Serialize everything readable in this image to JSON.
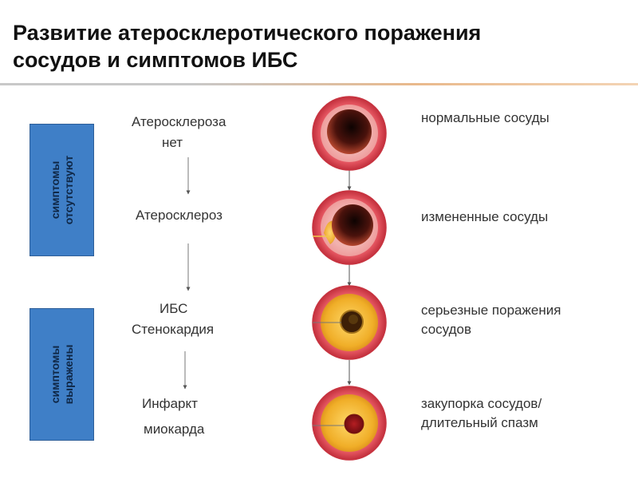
{
  "title": {
    "line1": "Развитие атеросклеротического поражения",
    "line2": "сосудов и симптомов ИБС"
  },
  "side_labels": [
    {
      "line1": "симптомы",
      "line2": "отсутствуют"
    },
    {
      "line1": "симптомы",
      "line2": "выражены"
    }
  ],
  "stages": [
    {
      "line1": "Атеросклероза",
      "line2": "нет"
    },
    {
      "line1": "Атеросклероз",
      "line2": ""
    },
    {
      "line1": "ИБС",
      "line2": "Стенокардия"
    },
    {
      "line1": "Инфаркт",
      "line2": "миокарда"
    }
  ],
  "descriptions": [
    {
      "line1": "нормальные сосуды",
      "line2": ""
    },
    {
      "line1": "измененные сосуды",
      "line2": ""
    },
    {
      "line1": "серьезные поражения",
      "line2": "сосудов"
    },
    {
      "line1": "закупорка сосудов/",
      "line2": "длительный спазм"
    }
  ],
  "colors": {
    "side_box": "#3f7fc7",
    "vessel_wall": "#e0505c",
    "plaque": "#f2b32e",
    "lumen_dark": "#2a0a08"
  }
}
